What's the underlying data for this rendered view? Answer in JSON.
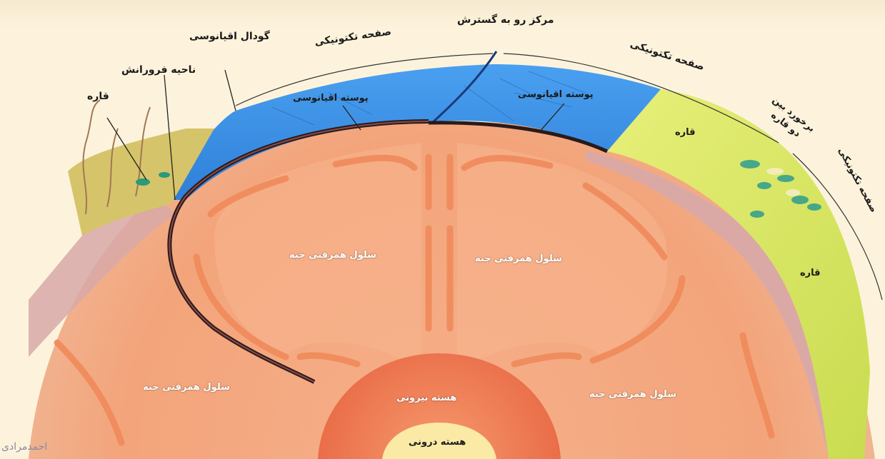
{
  "title": "مرکز رو به گسترش",
  "labels": {
    "oceanic_trench": "گودال اقیانوسی",
    "subduction_zone": "ناحیه فرورانش",
    "continent_left": "قاره",
    "tectonic_plate_left": "صفحه تکتونیکی",
    "spreading_center": "مرکز رو به گسترش",
    "tectonic_plate_right": "صفحه تکتونیکی",
    "tectonic_plate_far_right": "صفحه تکتونیکی",
    "continent_collision": "برخورد بین دو قاره",
    "oceanic_crust_left": "پوسته اقیانوسی",
    "oceanic_crust_right": "پوسته اقیانوسی",
    "continent_right_upper": "قاره",
    "continent_right_lower": "قاره",
    "mantle_cell_center_left": "سلول همرفتی جبه",
    "mantle_cell_center_right": "سلول همرفتی جبه",
    "mantle_cell_lower_left": "سلول همرفتی جبه",
    "mantle_cell_lower_right": "سلول همرفتی جبه",
    "outer_core": "هسته بیرونی",
    "inner_core": "هسته درونی"
  },
  "watermark": "احمدمرادی",
  "colors": {
    "ocean": "#3f8fe0",
    "mantle": "#f4a77c",
    "mantle_light": "#f7c4a2",
    "outer_core": "#ef7f55",
    "inner_core": "#fbe7a0",
    "continent": "#dfe86a",
    "lithosphere": "#d9a7a3",
    "arrow": "#f08a5a"
  }
}
